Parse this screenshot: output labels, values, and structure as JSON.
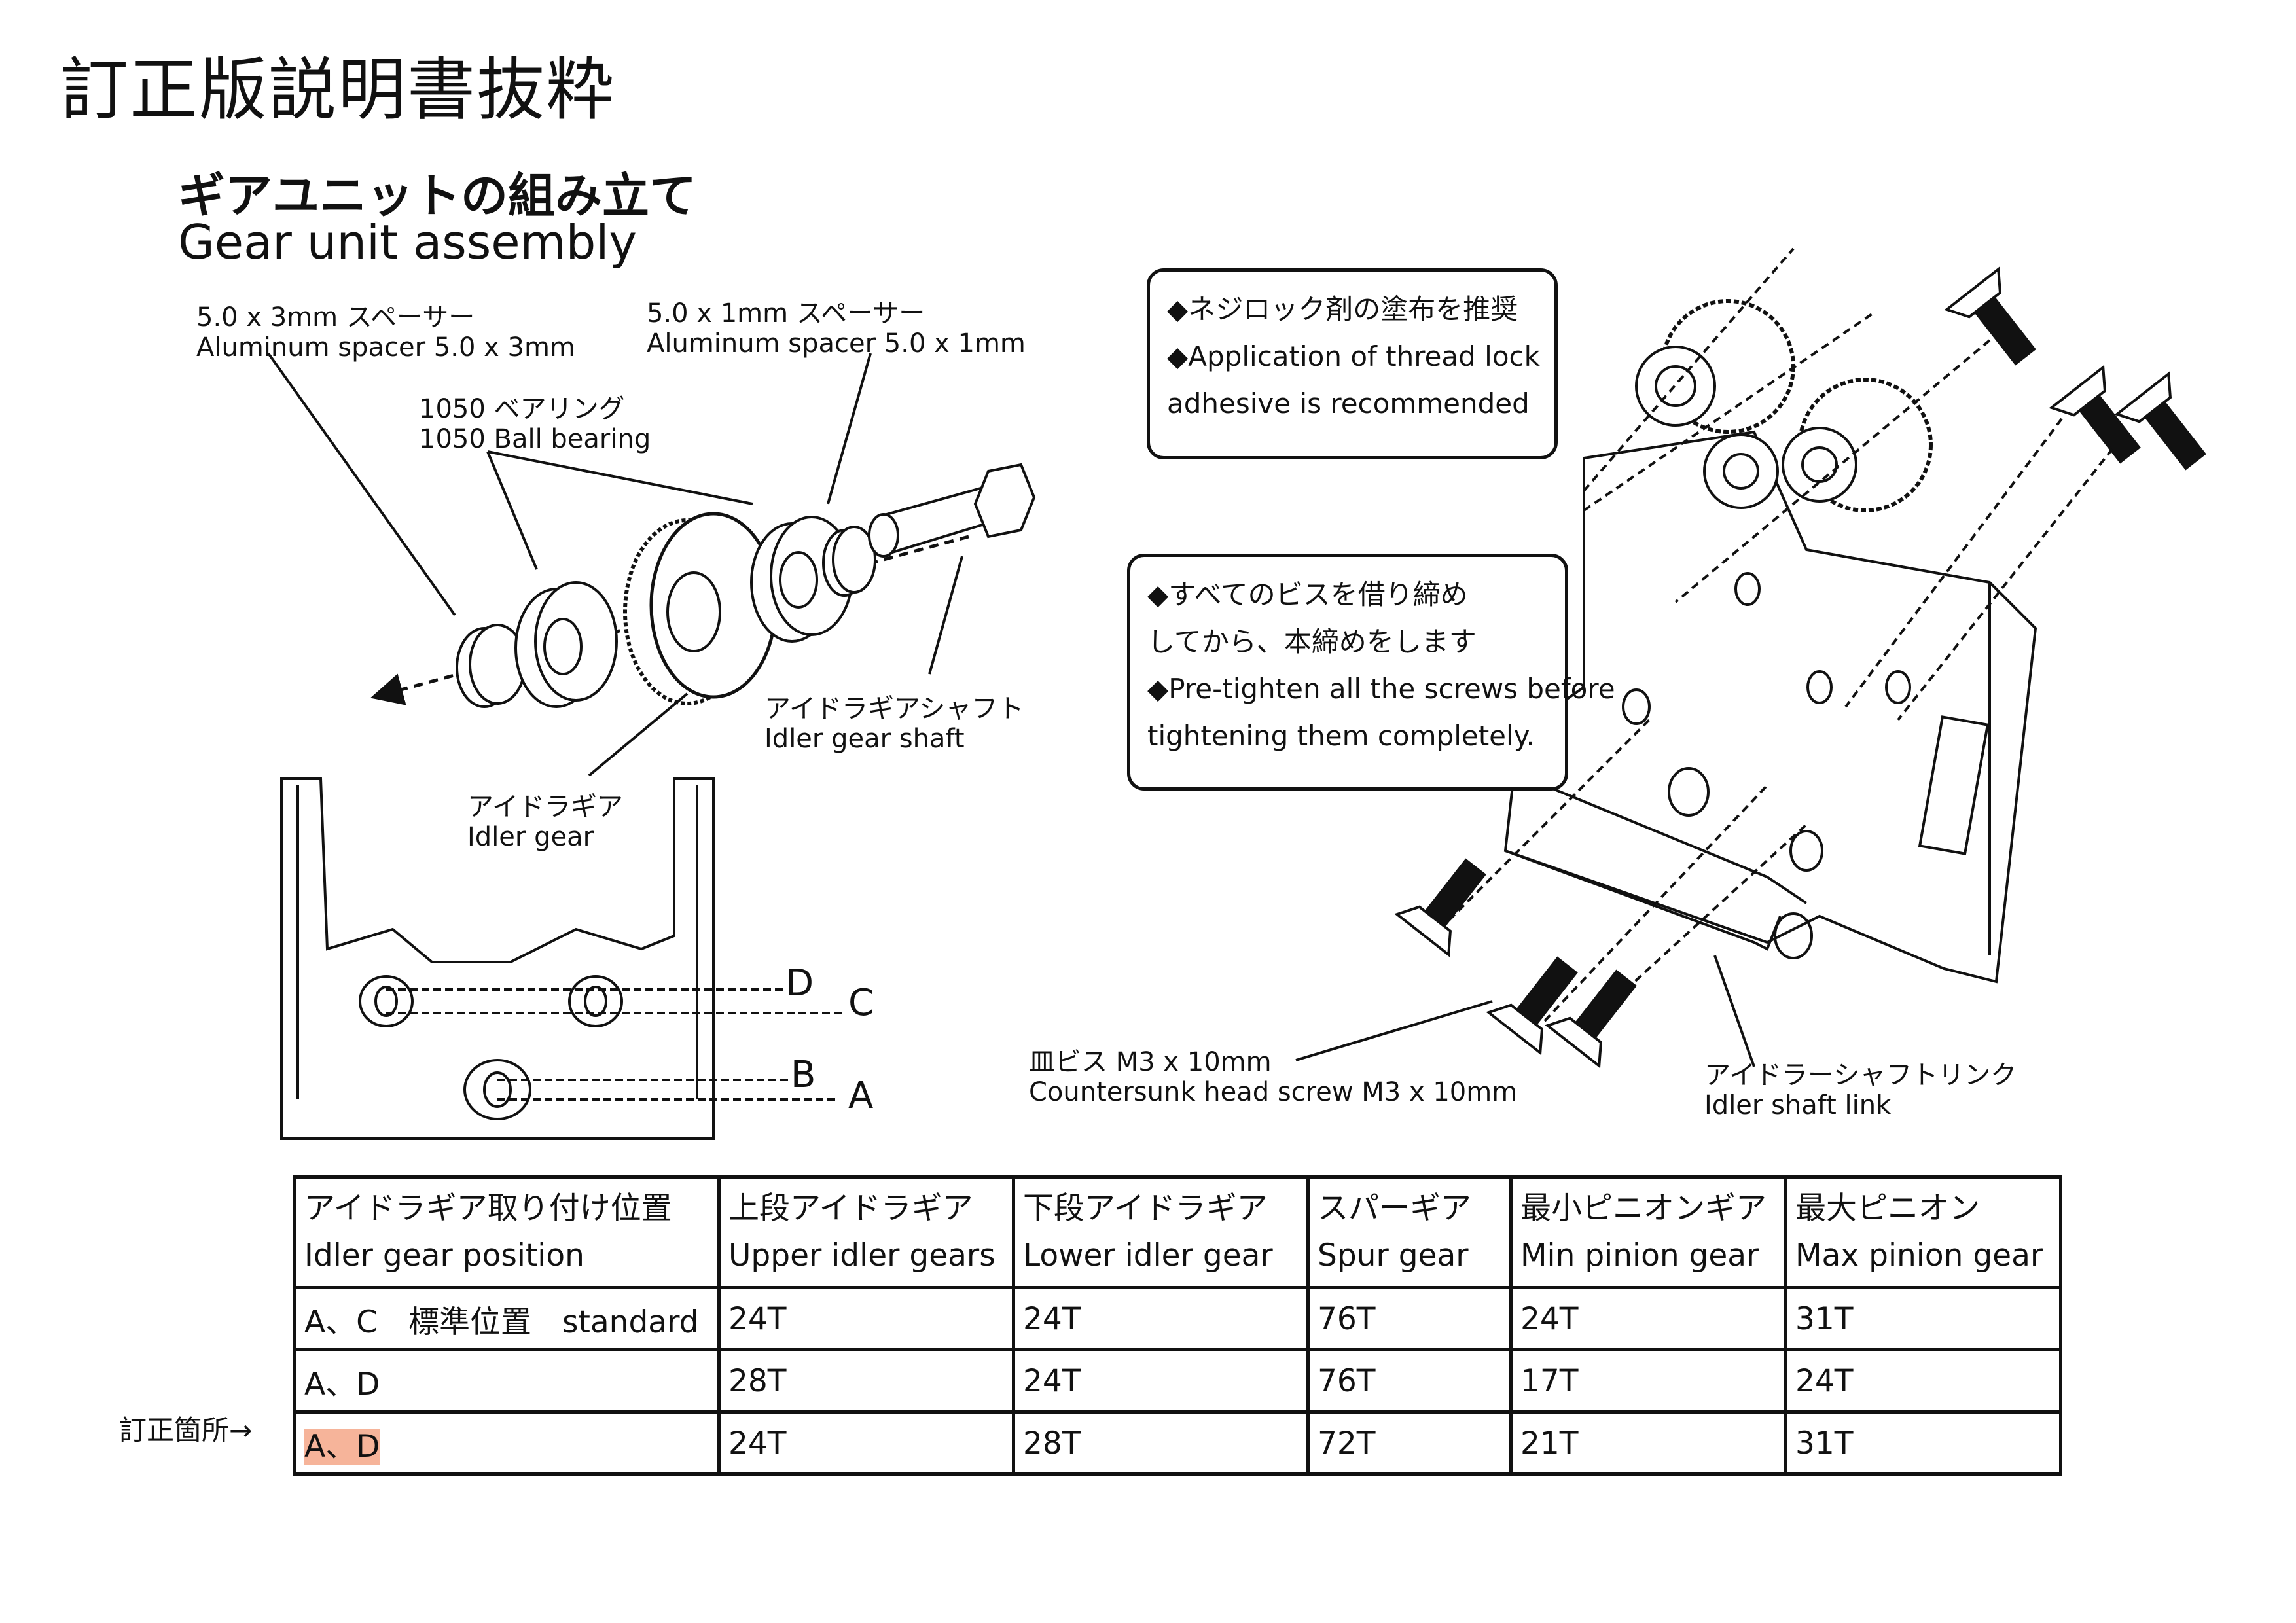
{
  "doc_title": "訂正版説明書抜粋",
  "section": {
    "title_jp": "ギアユニットの組み立て",
    "title_en": "Gear unit assembly"
  },
  "labels": {
    "spacer3_jp": "5.0 x 3mm スペーサー",
    "spacer3_en": "Aluminum spacer 5.0 x 3mm",
    "spacer1_jp": "5.0 x 1mm スペーサー",
    "spacer1_en": "Aluminum spacer 5.0 x 1mm",
    "bearing_jp": "1050 ベアリング",
    "bearing_en": "1050 Ball bearing",
    "shaft_jp": "アイドラギアシャフト",
    "shaft_en": "Idler gear shaft",
    "idler_jp": "アイドラギア",
    "idler_en": "Idler gear",
    "screw_jp": "皿ビス M3 x 10mm",
    "screw_en": "Countersunk  head screw M3 x 10mm",
    "link_jp": "アイドラーシャフトリンク",
    "link_en": "Idler shaft link"
  },
  "positions": {
    "d": "D",
    "c": "C",
    "b": "B",
    "a": "A"
  },
  "notes": {
    "threadlock": [
      "◆ネジロック剤の塗布を推奨",
      "◆Application of thread lock",
      "adhesive is recommended"
    ],
    "pretighten": [
      "◆すべてのビスを借り締め",
      "してから、本締めをします",
      "◆Pre-tighten all the screws before",
      "tightening them completely."
    ]
  },
  "table": {
    "headers": [
      {
        "jp": "アイドラギア取り付け位置",
        "en": "Idler gear position"
      },
      {
        "jp": "上段アイドラギア",
        "en": "Upper idler gears"
      },
      {
        "jp": "下段アイドラギア",
        "en": "Lower idler gear"
      },
      {
        "jp": "スパーギア",
        "en": "Spur gear"
      },
      {
        "jp": "最小ピニオンギア",
        "en": "Min pinion gear"
      },
      {
        "jp": "最大ピニオン",
        "en": "Max pinion gear"
      }
    ],
    "rows": [
      [
        "A、C　標準位置　standard",
        "24T",
        "24T",
        "76T",
        "24T",
        "31T"
      ],
      [
        "A、D",
        "28T",
        "24T",
        "76T",
        "17T",
        "24T"
      ],
      [
        "A、D",
        "24T",
        "28T",
        "72T",
        "21T",
        "31T"
      ]
    ],
    "corrected_row_label": "訂正箇所→",
    "highlight_color": "#f6b49a"
  }
}
